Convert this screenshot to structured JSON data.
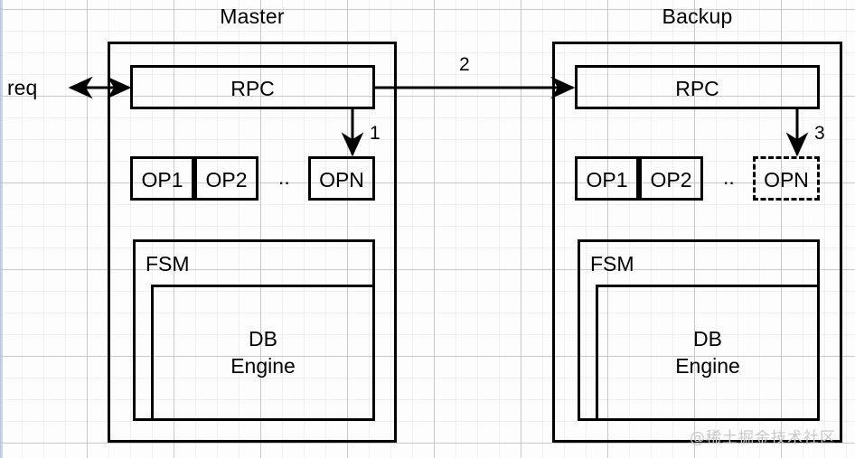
{
  "diagram": {
    "title_master": "Master",
    "title_backup": "Backup",
    "external_request_label": "req",
    "watermark": "@稀土掘金技术社区",
    "stroke_color": "#000000",
    "grid_color": "#aaaaaa",
    "background_color": "#fdfdfd"
  },
  "nodes": {
    "master": {
      "title": "Master",
      "rpc": {
        "label": "RPC"
      },
      "ops": {
        "items": [
          {
            "label": "OP1",
            "style": "solid"
          },
          {
            "label": "OP2",
            "style": "solid"
          }
        ],
        "ellipsis": "..",
        "last": {
          "label": "OPN",
          "style": "solid"
        }
      },
      "fsm": {
        "label": "FSM"
      },
      "db": {
        "label": "DB\nEngine",
        "line1": "DB",
        "line2": "Engine"
      }
    },
    "backup": {
      "title": "Backup",
      "rpc": {
        "label": "RPC"
      },
      "ops": {
        "items": [
          {
            "label": "OP1",
            "style": "solid"
          },
          {
            "label": "OP2",
            "style": "solid"
          }
        ],
        "ellipsis": "..",
        "last": {
          "label": "OPN",
          "style": "dashed"
        }
      },
      "fsm": {
        "label": "FSM"
      },
      "db": {
        "label": "DB\nEngine",
        "line1": "DB",
        "line2": "Engine"
      }
    }
  },
  "edges": [
    {
      "id": "req",
      "label": "req",
      "from": "client",
      "to": "master-rpc",
      "arrow": "double"
    },
    {
      "id": "step1",
      "label": "1",
      "from": "master-rpc",
      "to": "master-opn",
      "arrow": "single"
    },
    {
      "id": "step2",
      "label": "2",
      "from": "master-rpc",
      "to": "backup-rpc",
      "arrow": "single"
    },
    {
      "id": "step3",
      "label": "3",
      "from": "backup-rpc",
      "to": "backup-opn",
      "arrow": "single"
    }
  ]
}
